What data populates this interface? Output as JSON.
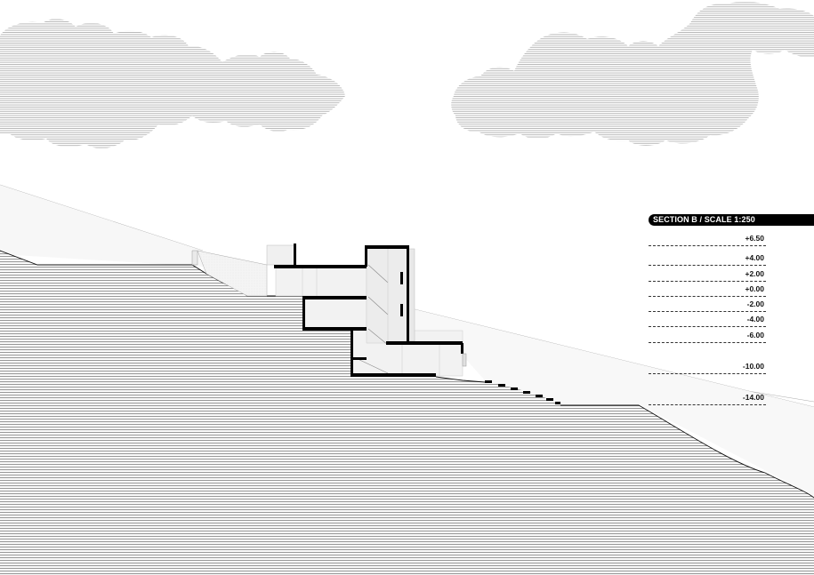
{
  "title": "SECTION B / SCALE 1:250",
  "levels": [
    "+6.50",
    "+4.00",
    "+2.00",
    "+0.00",
    "-2.00",
    "-4.00",
    "-6.00",
    "-10.00",
    "-14.00"
  ],
  "colors": {
    "ground_hatch": "#9a9a9a",
    "cloud_hatch": "#b8b8b8",
    "wall": "#000000",
    "interior": "#f2f2f2",
    "background": "#ffffff"
  }
}
